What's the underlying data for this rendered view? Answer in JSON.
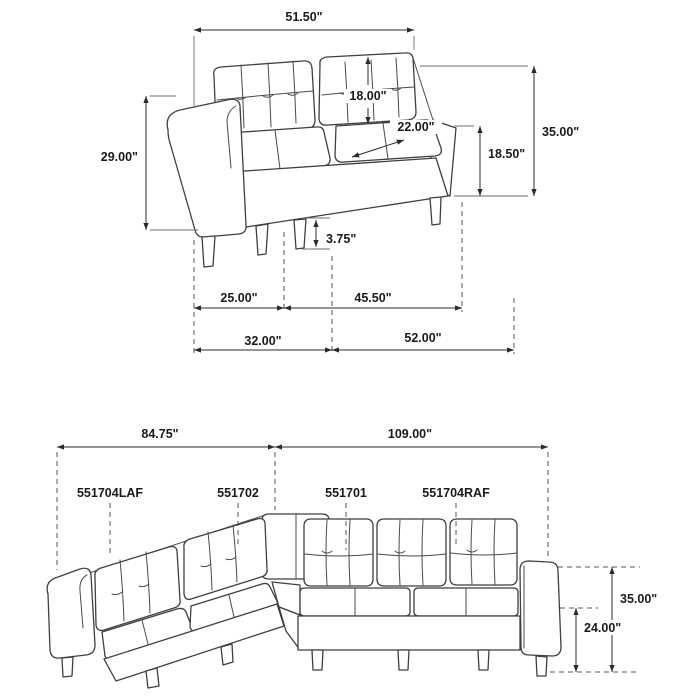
{
  "sofa_top": {
    "dim_back_width": "51.50\"",
    "dim_back_cushion_height": "18.00\"",
    "dim_seat_depth": "22.00\"",
    "dim_total_height": "35.00\"",
    "dim_arm_height": "29.00\"",
    "dim_seat_height": "18.50\"",
    "dim_leg_height": "3.75\"",
    "dim_arm_width": "25.00\"",
    "dim_seat_width": "45.50\"",
    "dim_depth": "32.00\"",
    "dim_total_width": "52.00\""
  },
  "sectional": {
    "dim_left_width": "84.75\"",
    "dim_right_width": "109.00\"",
    "dim_height": "35.00\"",
    "dim_back_height": "24.00\"",
    "labels": {
      "laf": "551704LAF",
      "armless_2": "551702",
      "armless_1": "551701",
      "raf": "551704RAF"
    }
  }
}
